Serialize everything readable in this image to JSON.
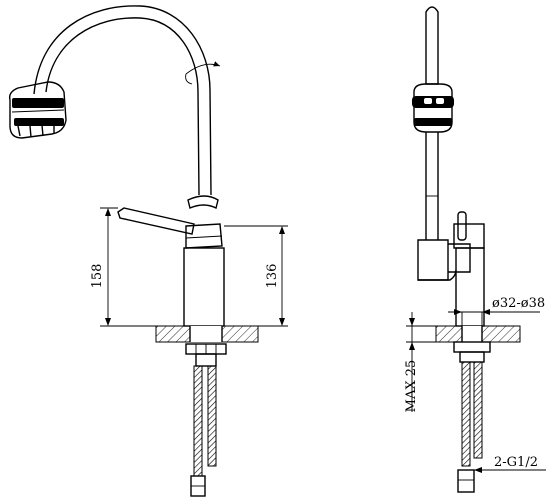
{
  "dimensions": {
    "height_total": "158",
    "height_body": "136",
    "diameter_hole": "ø32-ø38",
    "max_thickness": "MAX 25",
    "connection": "2-G1/2"
  }
}
